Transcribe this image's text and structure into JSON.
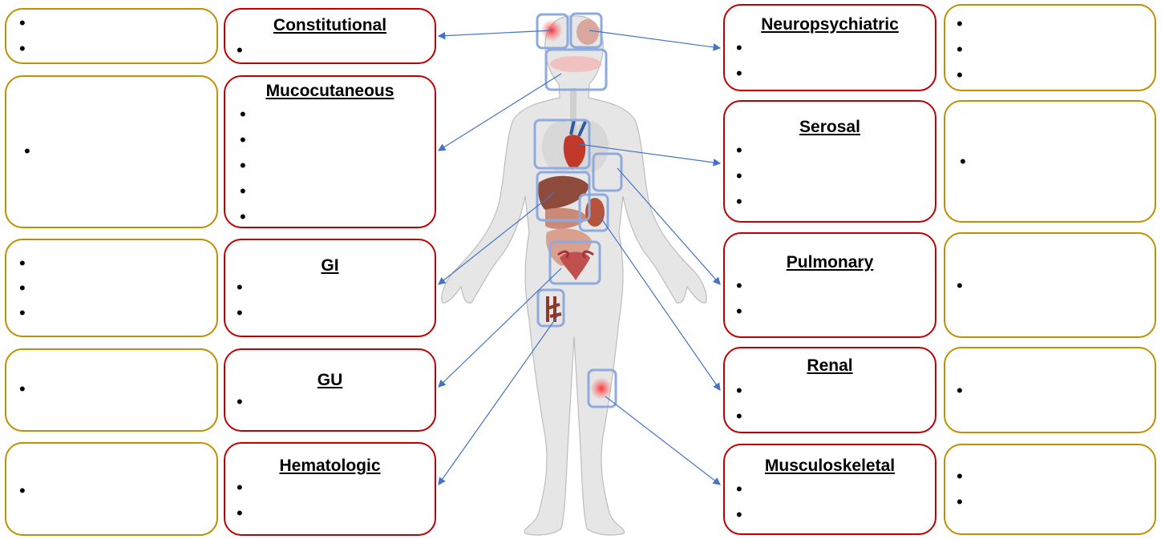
{
  "colors": {
    "category_border": "#c00000",
    "detail_border": "#bf9000",
    "connector": "#4472c4",
    "highlight_box": "#8faadc"
  },
  "left_categories": [
    {
      "title": "Constitutional",
      "bullets": 1,
      "details_bullets": 2
    },
    {
      "title": "Mucocutaneous",
      "bullets": 5,
      "details_bullets": 1
    },
    {
      "title": "GI",
      "bullets": 2,
      "details_bullets": 3
    },
    {
      "title": "GU",
      "bullets": 1,
      "details_bullets": 1
    },
    {
      "title": "Hematologic",
      "bullets": 2,
      "details_bullets": 1
    }
  ],
  "right_categories": [
    {
      "title": "Neuropsychiatric",
      "bullets": 2,
      "details_bullets": 3
    },
    {
      "title": "Serosal",
      "bullets": 3,
      "details_bullets": 1
    },
    {
      "title": "Pulmonary",
      "bullets": 2,
      "details_bullets": 1
    },
    {
      "title": "Renal",
      "bullets": 2,
      "details_bullets": 1
    },
    {
      "title": "Musculoskeletal",
      "bullets": 2,
      "details_bullets": 2
    }
  ],
  "bullet_char": "•"
}
